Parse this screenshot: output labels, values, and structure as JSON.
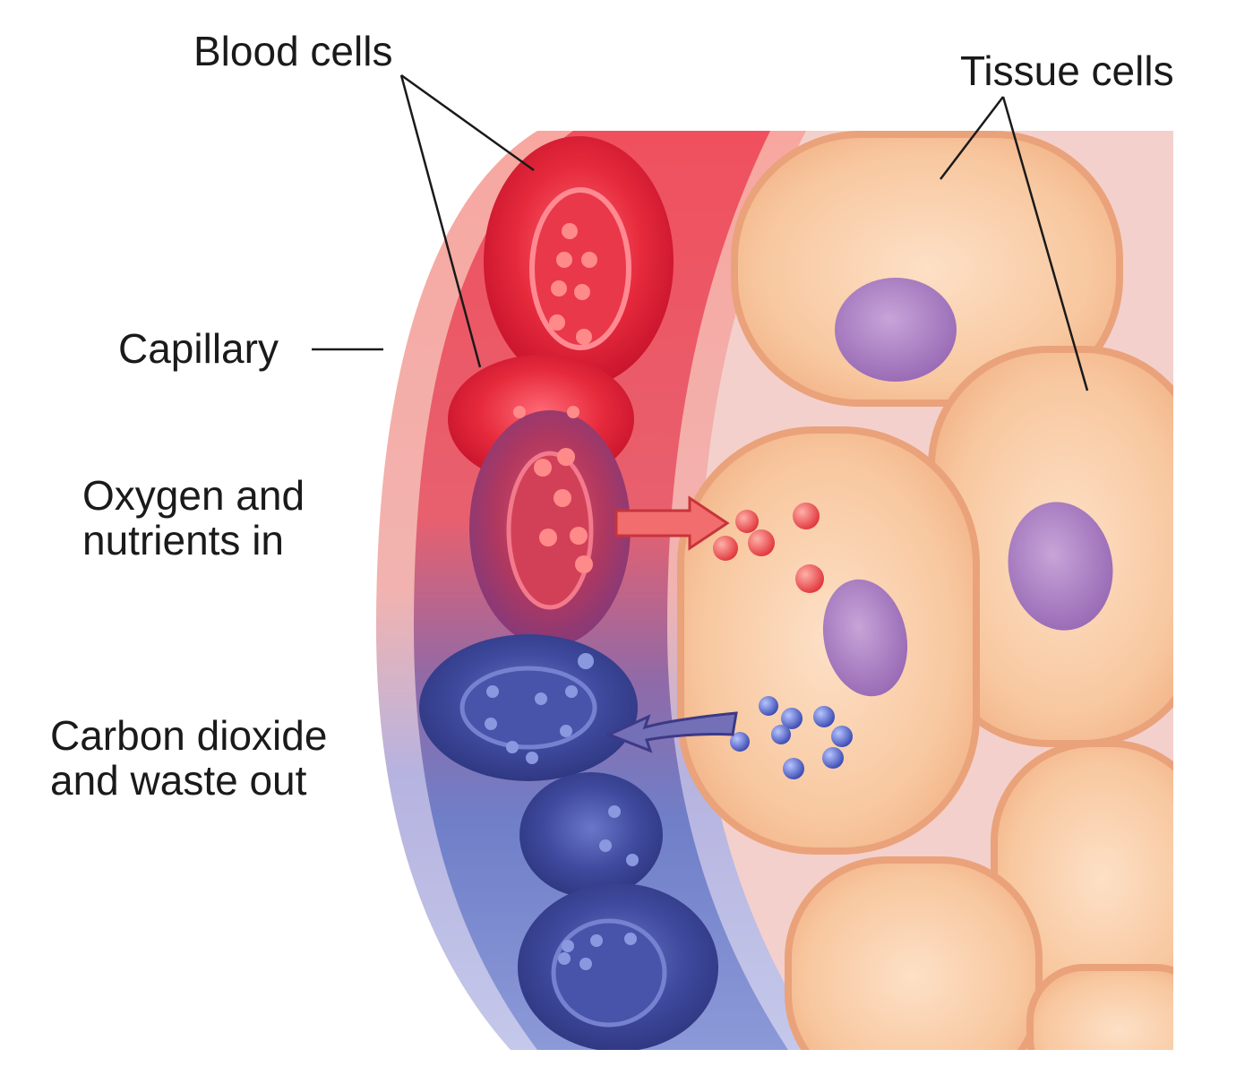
{
  "labels": {
    "blood_cells": "Blood cells",
    "tissue_cells": "Tissue cells",
    "capillary": "Capillary",
    "oxygen_line1": "Oxygen and",
    "oxygen_line2": "nutrients in",
    "co2_line1": "Carbon dioxide",
    "co2_line2": "and waste out"
  },
  "colors": {
    "oxygenated": "#e8283a",
    "deoxygenated": "#3f4a9e",
    "tissue": "#f6c29a",
    "nucleus": "#a97cc0",
    "leader_line": "#1a1a1a"
  }
}
